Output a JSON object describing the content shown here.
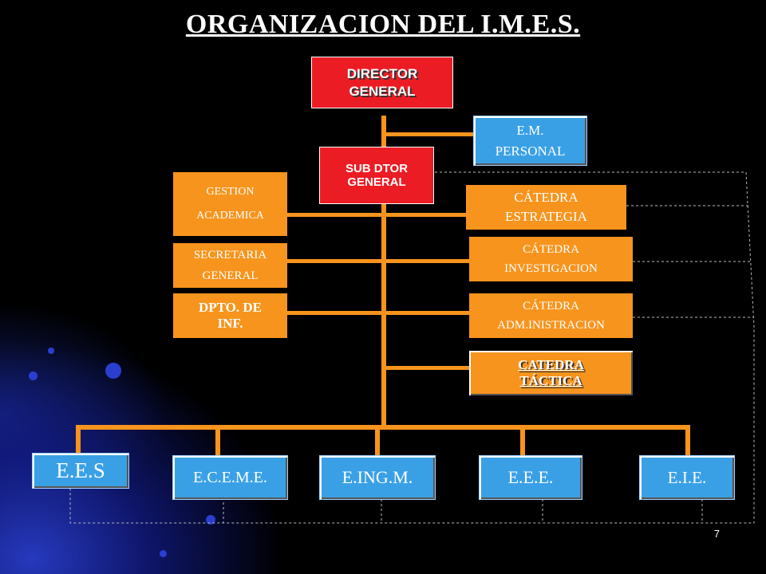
{
  "title": "ORGANIZACION DEL I.M.E.S.",
  "director": {
    "line1": "DIRECTOR",
    "line2": "GENERAL"
  },
  "em_personal": {
    "line1": "E.M.",
    "line2": "PERSONAL"
  },
  "sub_director": {
    "line1": "SUB DTOR",
    "line2": "GENERAL"
  },
  "left_units": [
    {
      "line1": "GESTION",
      "line2": "ACADEMICA"
    },
    {
      "line1": "SECRETARIA",
      "line2": "GENERAL"
    },
    {
      "line1": "DPTO. DE",
      "line2": "INF."
    }
  ],
  "catedras": [
    {
      "line1": "CÁTEDRA",
      "line2": "ESTRATEGIA"
    },
    {
      "line1": "CÁTEDRA",
      "line2": "INVESTIGACION"
    },
    {
      "line1": "CÁTEDRA",
      "line2": "ADM.INISTRACION"
    },
    {
      "line1": "CATEDRA",
      "line2": "TÁCTICA"
    }
  ],
  "schools": [
    "E.E.S",
    "E.C.E.M.E.",
    "E.ING.M.",
    "E.E.E.",
    "E.I.E."
  ],
  "page_number": "7",
  "colors": {
    "orange": "#f7941d",
    "red": "#ec1c24",
    "blue": "#3aa0e6",
    "background": "#000000"
  }
}
